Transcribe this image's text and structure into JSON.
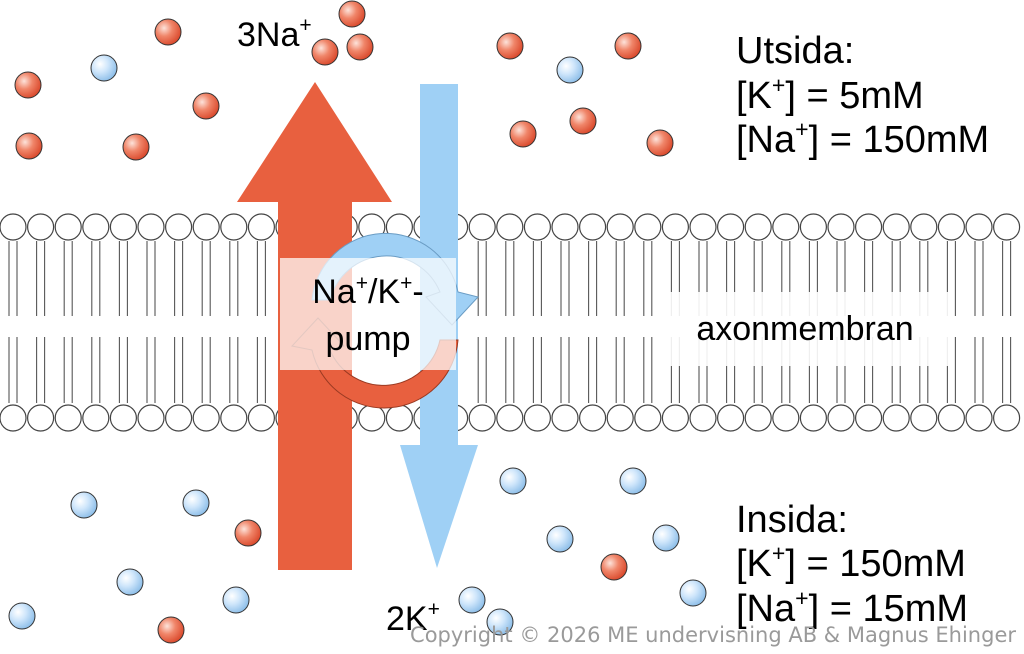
{
  "outside": {
    "title": "Utsida:",
    "k_label": "[K",
    "k_sup": "+",
    "k_value": "] = 5mM",
    "na_label": "[Na",
    "na_sup": "+",
    "na_value": "] = 150mM"
  },
  "inside": {
    "title": "Insida:",
    "k_label": "[K",
    "k_sup": "+",
    "k_value": "] = 150mM",
    "na_label": "[Na",
    "na_sup": "+",
    "na_value": "] = 15mM"
  },
  "na_flow": {
    "label": "3Na",
    "sup": "+"
  },
  "k_flow": {
    "label": "2K",
    "sup": "+"
  },
  "pump": {
    "line1_a": "Na",
    "line1_sup1": "+",
    "line1_b": "/K",
    "line1_sup2": "+",
    "line1_c": "-",
    "line2": "pump"
  },
  "membrane_label": "axonmembran",
  "copyright": "Copyright © 2026 ME undervisning AB & Magnus Ehinger",
  "colors": {
    "sodium": "#e8603f",
    "potassium": "#9fd0f5",
    "membrane": "#ffffff"
  }
}
